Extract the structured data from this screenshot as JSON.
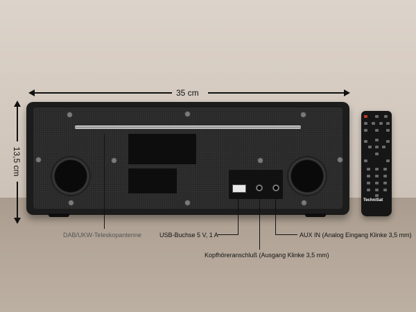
{
  "dimensions": {
    "width_label": "35 cm",
    "height_label": "13,5 cm"
  },
  "callouts": {
    "antenna": "DAB/UKW-Teleskopantenne",
    "usb": "USB-Buchse 5 V, 1 A",
    "headphone": "Kopfhöreranschluß (Ausgang Klinke 3,5 mm)",
    "aux": "AUX IN (Analog Eingang Klinke 3,5 mm)"
  },
  "remote": {
    "brand": "TechniSat"
  }
}
